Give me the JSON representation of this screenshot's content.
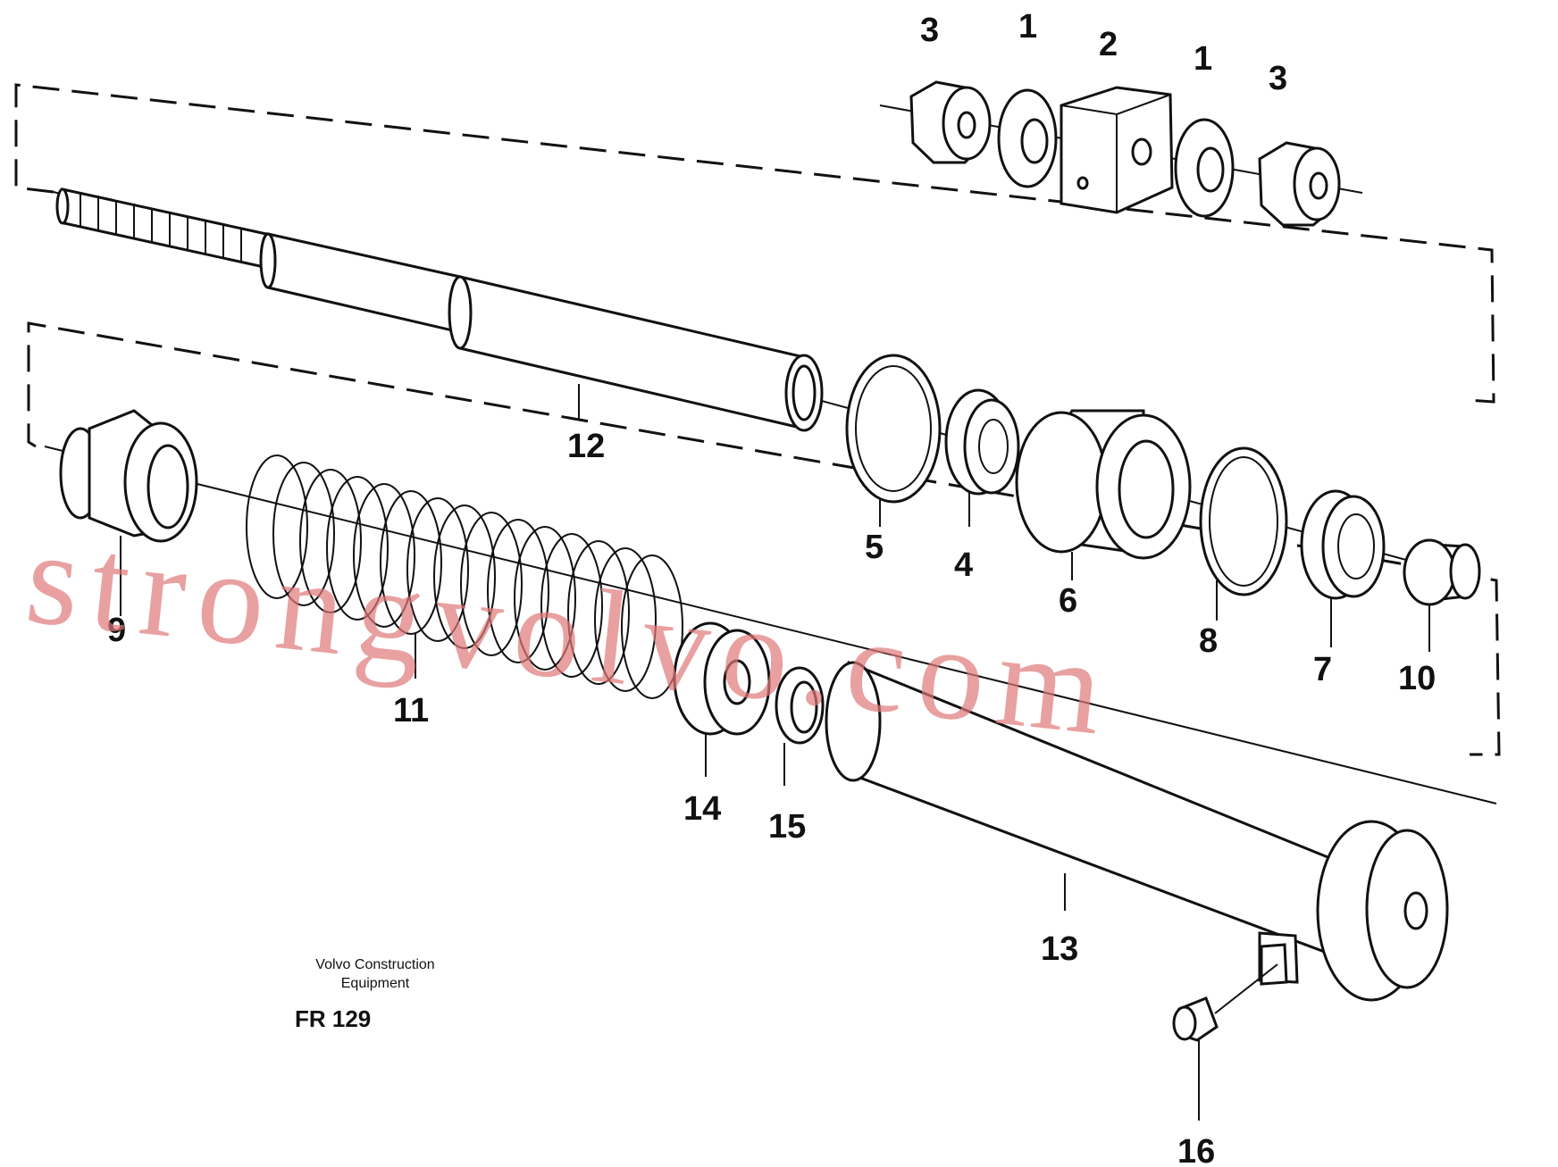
{
  "diagram": {
    "labels": [
      "1",
      "1",
      "2",
      "3",
      "3",
      "4",
      "5",
      "6",
      "7",
      "8",
      "9",
      "10",
      "11",
      "12",
      "13",
      "14",
      "15",
      "16"
    ],
    "caption_line1": "Volvo Construction",
    "caption_line2": "Equipment",
    "figure_code": "FR 129",
    "watermark": "strongvolvo.com",
    "watermark_color": "#e07878"
  }
}
